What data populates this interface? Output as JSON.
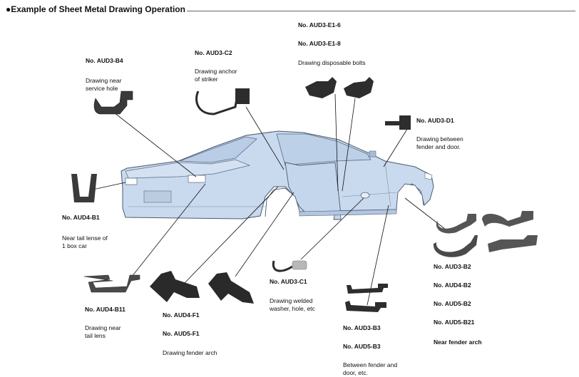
{
  "title": "●Example of Sheet Metal Drawing Operation",
  "labels": {
    "e1_code_a": "No. AUD3-E1-6",
    "e1_code_b": "No. AUD3-E1-8",
    "e1_desc": "Drawing disposable bolts",
    "b4_code": "No. AUD3-B4",
    "b4_desc_1": "Drawing near",
    "b4_desc_2": "service hole",
    "c2_code": "No. AUD3-C2",
    "c2_desc_1": "Drawing anchor",
    "c2_desc_2": "of striker",
    "d1_code": "No. AUD3-D1",
    "d1_desc_1": "Drawing between",
    "d1_desc_2": "fender and door.",
    "b1_code": "No. AUD4-B1",
    "b1_desc_1": "Near tail lense of",
    "b1_desc_2": "1 box car",
    "b11_code": "No. AUD4-B11",
    "b11_desc_1": "Drawing near",
    "b11_desc_2": "tail lens",
    "f1_code_a": "No. AUD4-F1",
    "f1_code_b": "No. AUD5-F1",
    "f1_desc": "Drawing fender arch",
    "c1_code": "No. AUD3-C1",
    "c1_desc_1": "Drawing welded",
    "c1_desc_2": "washer, hole, etc",
    "b3_code_a": "No. AUD3-B3",
    "b3_code_b": "No. AUD5-B3",
    "b3_desc_1": "Between fender and",
    "b3_desc_2": "door, etc.",
    "b2_code_a": "No. AUD3-B2",
    "b2_code_b": "No. AUD4-B2",
    "b2_code_c": "No. AUD5-B2",
    "b2_code_d": "No. AUD5-B21",
    "b2_desc": "Near fender arch"
  },
  "colors": {
    "car_body": "#c9d9ee",
    "car_outline": "#4a5a70",
    "tool_dark": "#2d2d2d",
    "tool_mid": "#555555",
    "leader": "#111111"
  }
}
